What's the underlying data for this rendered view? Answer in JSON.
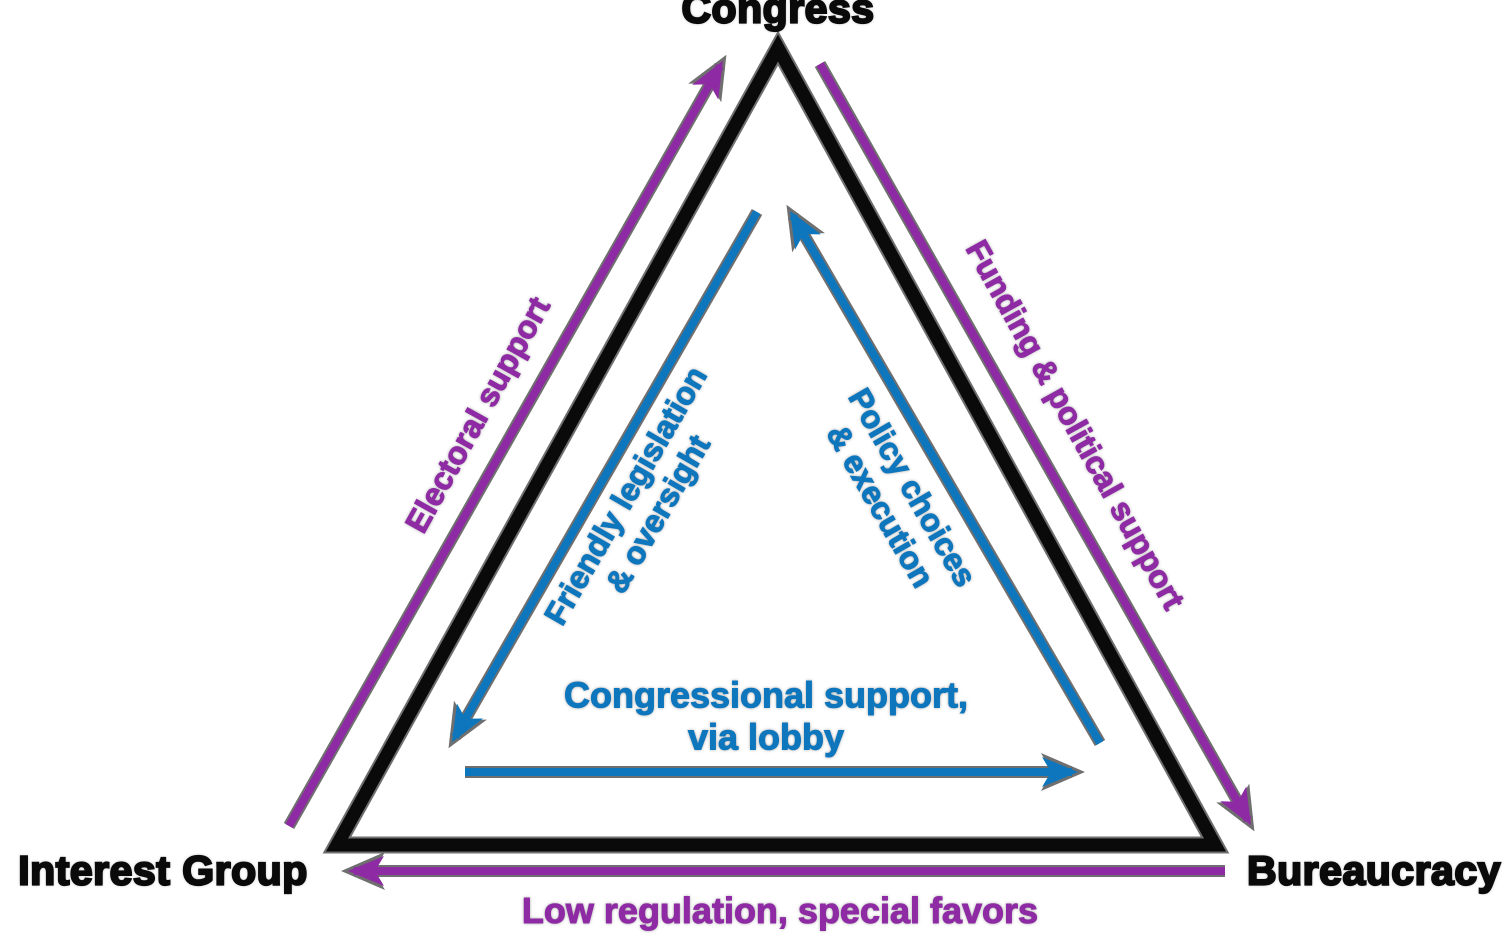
{
  "colors": {
    "purple": "#8E2AA3",
    "blue": "#0E76BC",
    "ink": "#0A0A0A",
    "halo": "#6F6F6F"
  },
  "triangle": {
    "vertices": {
      "top": "Congress",
      "bottom_left": "Interest Group",
      "bottom_right": "Bureaucracy"
    }
  },
  "edges": {
    "electoral": {
      "label": "Electoral support",
      "from": "Interest Group",
      "to": "Congress"
    },
    "funding": {
      "label": "Funding & political support",
      "from": "Congress",
      "to": "Bureaucracy"
    },
    "low_regulation": {
      "label": "Low regulation, special favors",
      "from": "Bureaucracy",
      "to": "Interest Group"
    },
    "friendly": {
      "line1": "Friendly legislation",
      "line2": "& oversight",
      "from": "Congress",
      "to": "Interest Group"
    },
    "policy": {
      "line1": "Policy choices",
      "line2": "& execution",
      "from": "Bureaucracy",
      "to": "Congress"
    },
    "congressional": {
      "line1": "Congressional support,",
      "line2": "via lobby",
      "from": "Interest Group",
      "to": "Bureaucracy"
    }
  }
}
